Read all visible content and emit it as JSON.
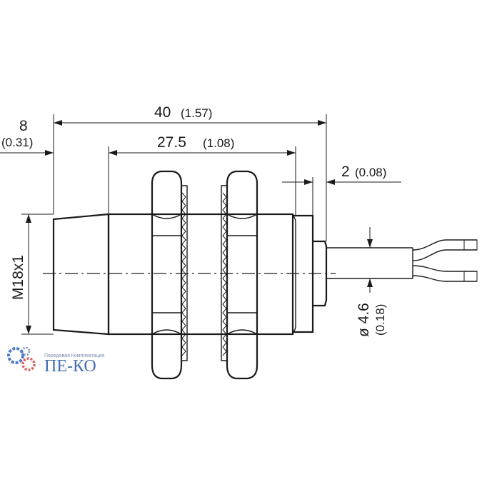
{
  "dimensions": {
    "overall_length": {
      "value": "40",
      "imperial": "(1.57)"
    },
    "thread_length": {
      "value": "27.5",
      "imperial": "(1.08)"
    },
    "sensing_face": {
      "value": "8",
      "imperial": "(0.31)"
    },
    "collar": {
      "value": "2",
      "imperial": "(0.08)"
    },
    "thread": {
      "value": "M18x1"
    },
    "cable_diameter": {
      "value": "ø 4.6",
      "imperial": "(0.18)"
    }
  },
  "watermark": {
    "name": "ПЕ-КО",
    "tagline": "Передовая Комплектация",
    "color": "#2f5fa8",
    "gear_colors": [
      "#3b6fc4",
      "#d9534f",
      "#7a8fb8"
    ]
  }
}
